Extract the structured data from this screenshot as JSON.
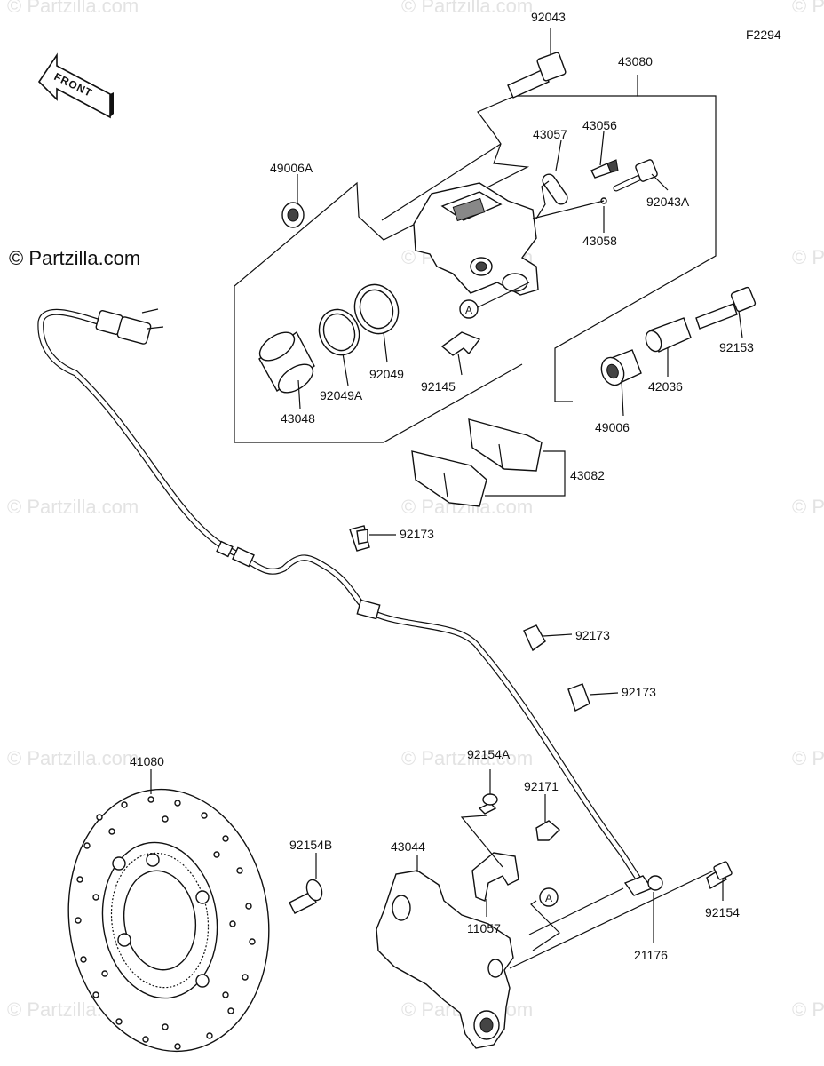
{
  "diagram_code": "F2294",
  "copyright": "© Partzilla.com",
  "watermark": "© Partzilla.com",
  "front_label": "FRONT",
  "callouts": {
    "a": "A",
    "b": "A"
  },
  "parts": {
    "p92043": "92043",
    "p43080": "43080",
    "p43056": "43056",
    "p43057": "43057",
    "p49006A": "49006A",
    "p92043A": "92043A",
    "p43058": "43058",
    "p92153": "92153",
    "p43048": "43048",
    "p92049A": "92049A",
    "p92049": "92049",
    "p92145": "92145",
    "p42036": "42036",
    "p49006": "49006",
    "p43082": "43082",
    "p92173a": "92173",
    "p92173b": "92173",
    "p92173c": "92173",
    "p41080": "41080",
    "p92154A": "92154A",
    "p92171": "92171",
    "p92154B": "92154B",
    "p43044": "43044",
    "p11057": "11057",
    "p92154": "92154",
    "p21176": "21176"
  }
}
